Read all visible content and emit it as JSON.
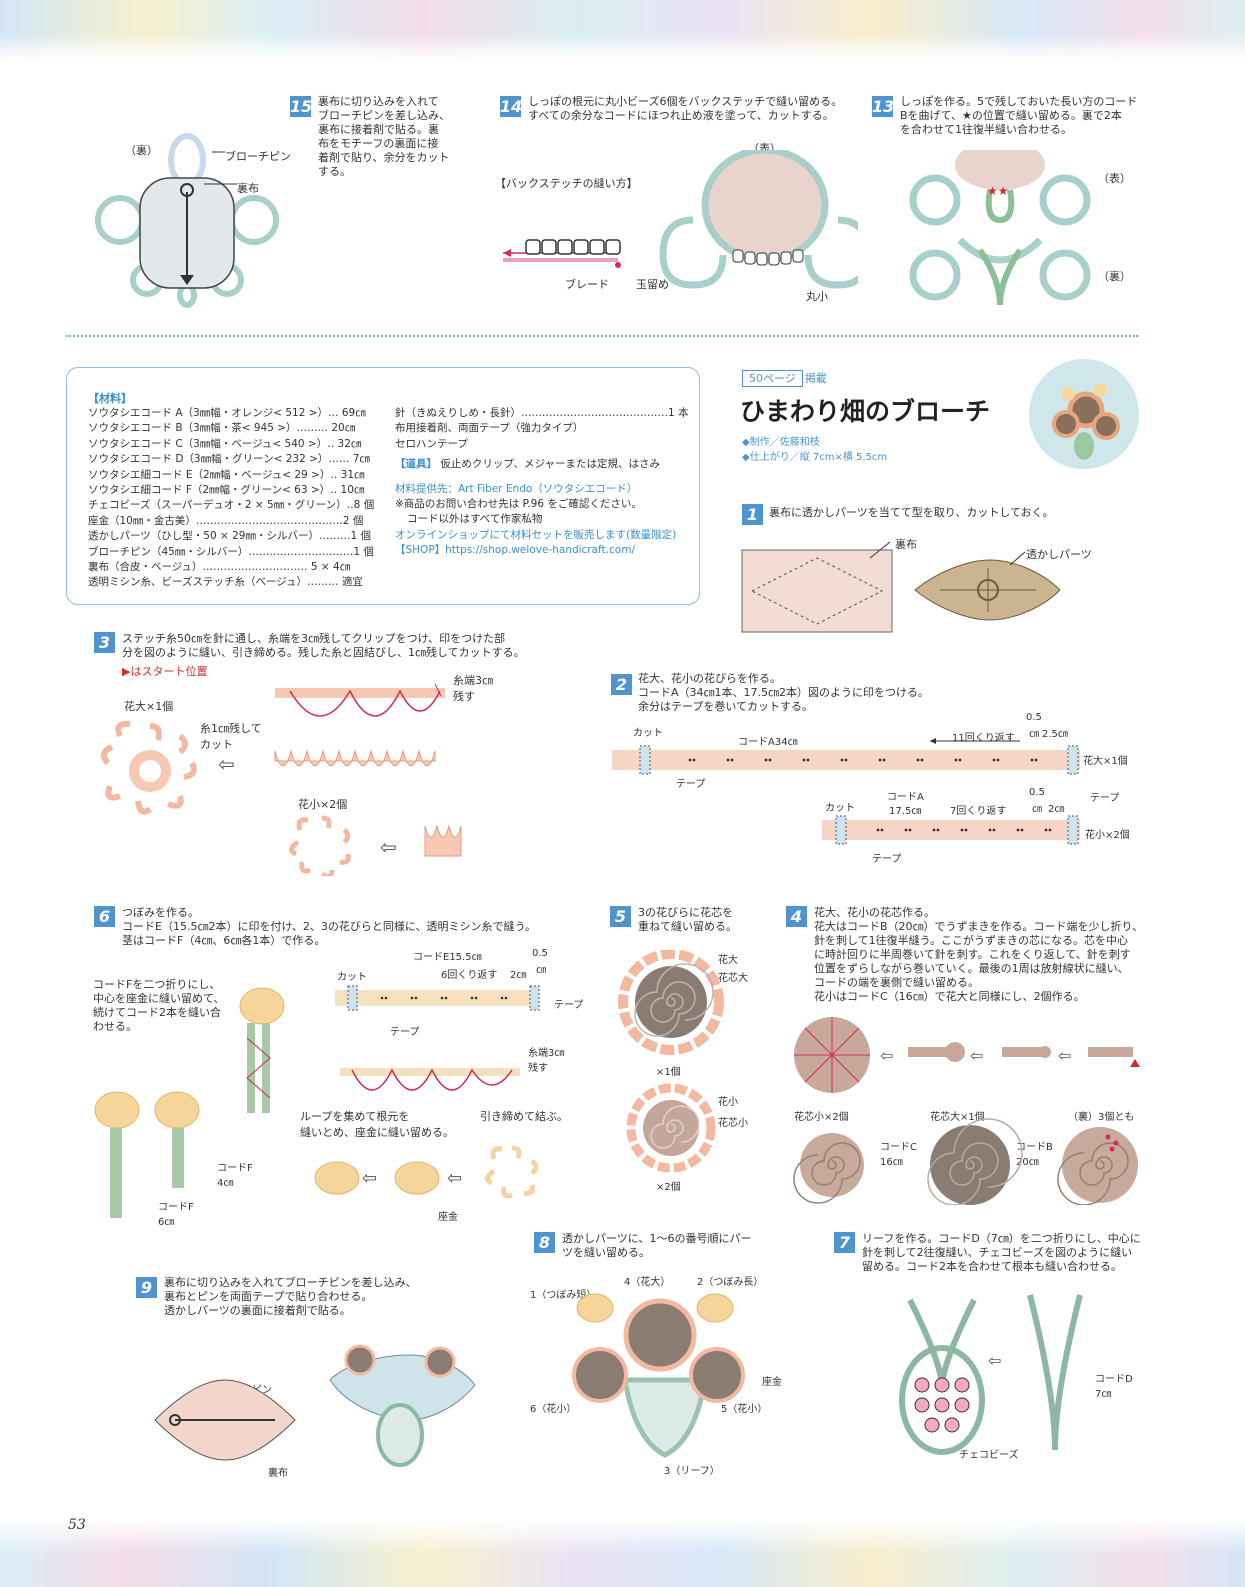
{
  "page_number": "53",
  "step15": {
    "num": "15",
    "text": "裏布に切り込みを入れて\nブローチピンを差し込み、\n裏布に接着剤で貼る。裏\n布をモチーフの裏面に接\n着剤で貼り、余分をカット\nする。",
    "label_back": "（裏）",
    "label_pin": "ブローチピン",
    "label_cloth": "裏布"
  },
  "step14": {
    "num": "14",
    "text": "しっぽの根元に丸小ビーズ6個をバックステッチで縫い留める。\nすべての余分なコードにほつれ止め液を塗って、カットする。",
    "label_front": "（表）",
    "label_backstitch": "【バックステッチの縫い方】",
    "label_braid": "ブレード",
    "label_knot": "玉留め",
    "label_bead": "丸小"
  },
  "step13": {
    "num": "13",
    "text": "しっぽを作る。5で残しておいた長い方のコード\nBを曲げて、★の位置で縫い留める。裏で2本\nを合わせて1往復半縫い合わせる。",
    "label_front": "（表）",
    "label_back": "（裏）"
  },
  "materials": {
    "header": "【材料】",
    "left": [
      "ソウタシエコード A（3㎜幅・オレンジ< 512 >）… 69㎝",
      "ソウタシエコード B（3㎜幅・茶< 945 >）……… 20㎝",
      "ソウタシエコード C（3㎜幅・ベージュ< 540 >）‥ 32㎝",
      "ソウタシエコード D（3㎜幅・グリーン< 232 >）…… 7㎝",
      "ソウタシエ細コード E（2㎜幅・ベージュ< 29 >）‥ 31㎝",
      "ソウタシエ細コード F（2㎜幅・グリーン< 63 >）‥ 10㎝",
      "チェコビーズ（スーパーデュオ・2 × 5㎜・グリーン）‥8 個",
      "座金（10㎜・金古美）……………………………………2 個",
      "透かしパーツ（ひし型・50 × 29㎜・シルバー）………1 個",
      "ブローチピン（45㎜・シルバー）…………………………1 個",
      "裏布（合皮・ベージュ）………………………… 5 × 4㎝",
      "透明ミシン糸、ビーズステッチ糸（ベージュ）……… 適宜"
    ],
    "right": [
      "針（きぬえりしめ・長針）……………………………………1 本",
      "布用接着剤、両面テープ（強力タイプ）",
      "セロハンテープ"
    ],
    "tools_head": "【道具】",
    "tools": "仮止めクリップ、メジャーまたは定規、はさみ",
    "supplier": "材料提供先：Art Fiber Endo（ソウタシエコード）",
    "note1": "※商品のお問い合わせ先は P.96 をご確認ください。",
    "note2": "コード以外はすべて作家私物",
    "online": "オンラインショップにて材料セットを販売します(数量限定)",
    "shop": "【SHOP】https://shop.welove-handicraft.com/"
  },
  "header": {
    "badge": "50ページ",
    "badge_suffix": "掲載",
    "title": "ひまわり畑のブローチ",
    "maker": "◆制作／佐藤和枝",
    "size": "◆仕上がり／縦 7cm×横 5.5cm"
  },
  "step1": {
    "num": "1",
    "text": "裏布に透かしパーツを当てて型を取り、カットしておく。",
    "label_cloth": "裏布",
    "label_parts": "透かしパーツ"
  },
  "step3": {
    "num": "3",
    "text": "ステッチ糸50㎝を針に通し、糸端を3㎝残してクリップをつけ、印をつけた部\n分を図のように縫い、引き締める。残した糸と固結びし、1㎝残してカットする。",
    "start": "▶はスタート位置",
    "label_big": "花大×1個",
    "label_tail": "糸端3㎝\n残す",
    "label_cut": "糸1㎝残して\nカット",
    "label_small": "花小×2個"
  },
  "step2": {
    "num": "2",
    "text": "花大、花小の花びらを作る。\nコードA（34㎝1本、17.5㎝2本）図のように印をつける。\n余分はテープを巻いてカットする。",
    "cut": "カット",
    "cordA34": "コードA34㎝",
    "repeat11": "11回くり返す",
    "m05": "0.5",
    "cm": "㎝",
    "m25": "2.5㎝",
    "big1": "花大×1個",
    "tape": "テープ",
    "cordA": "コードA",
    "cordA175": "17.5㎝",
    "repeat7": "7回くり返す",
    "m2": "2㎝",
    "small2": "花小×2個"
  },
  "step6": {
    "num": "6",
    "text": "つぼみを作る。\nコードE（15.5㎝2本）に印を付け、2、3の花びらと同様に、透明ミシン糸で縫う。\n茎はコードF（4㎝、6㎝各1本）で作る。",
    "left": "コードFを二つ折りにし、\n中心を座金に縫い留めて、\n続けてコード2本を縫い合\nわせる。",
    "cut": "カット",
    "cordE": "コードE15.5㎝",
    "repeat6": "6回くり返す",
    "m2": "2㎝",
    "m05": "0.5",
    "cm": "㎝",
    "tape": "テープ",
    "tail": "糸端3㎝\n残す",
    "loop": "ループを集めて根元を\n縫いとめ、座金に縫い留める。",
    "pull": "引き締めて結ぶ。",
    "cordF4": "コードF\n4㎝",
    "cordF6": "コードF\n6㎝",
    "washer": "座金"
  },
  "step5": {
    "num": "5",
    "text": "3の花びらに花芯を\n重ねて縫い留める。",
    "big": "花大",
    "core_big": "花芯大",
    "x1": "×1個",
    "small": "花小",
    "core_small": "花芯小",
    "x2": "×2個"
  },
  "step4": {
    "num": "4",
    "text": "花大、花小の花芯作る。\n花大はコードB（20㎝）でうずまきを作る。コード端を少し折り、\n針を刺して1往復半縫う。ここがうずまきの芯になる。芯を中心\nに時計回りに半周巻いて針を刺す。これをくり返して、針を刺す\n位置をずらしながら巻いていく。最後の1周は放射線状に縫い、\nコードの端を裏側で縫い留める。\n花小はコードC（16㎝）で花大と同様にし、2個作る。",
    "core_small2": "花芯小×2個",
    "core_big1": "花芯大×1個",
    "back3": "（裏）3個とも",
    "cordC": "コードC\n16㎝",
    "cordB": "コードB\n20㎝"
  },
  "step8": {
    "num": "8",
    "text": "透かしパーツに、1～6の番号順にパー\nツを縫い留める。",
    "l1": "1（つぼみ短）",
    "l4": "4（花大）",
    "l2": "2（つぼみ長）",
    "washer": "座金",
    "l6": "6（花小）",
    "l5": "5（花小）",
    "l3": "3（リーフ）"
  },
  "step7": {
    "num": "7",
    "text": "リーフを作る。コードD（7㎝）を二つ折りにし、中心に\n針を刺して2往復縫い、チェコビーズを図のように縫い\n留める。コード2本を合わせて根本も縫い合わせる。",
    "cordD": "コードD\n7㎝",
    "beads": "チェコビーズ"
  },
  "step9": {
    "num": "9",
    "text": "裏布に切り込みを入れてブローチピンを差し込み、\n裏布とピンを両面テープで貼り合わせる。\n透かしパーツの裏面に接着剤で貼る。",
    "pin": "ブローチピン",
    "cloth": "裏布"
  }
}
